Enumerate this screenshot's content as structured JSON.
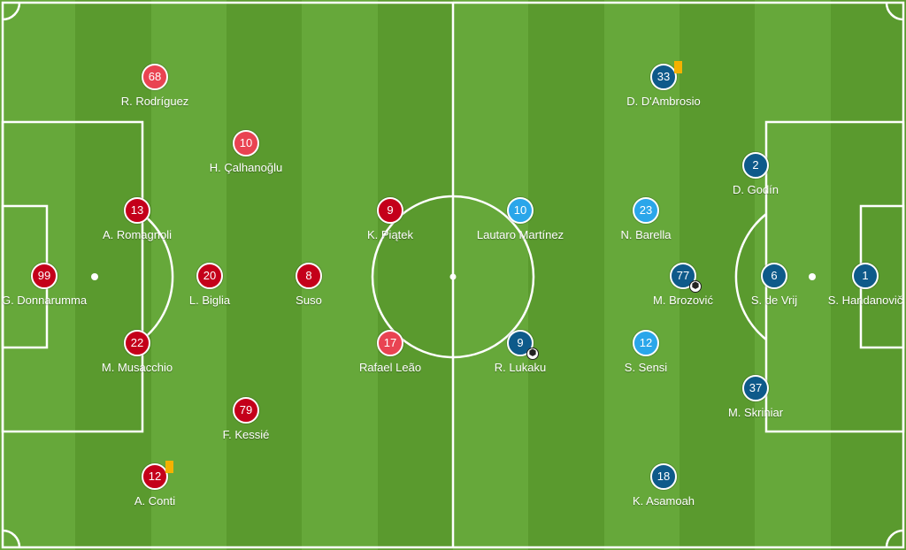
{
  "colors": {
    "milan_primary": "#c4001a",
    "milan_sub": "#e94352",
    "inter_primary": "#0e5a8a",
    "inter_sub": "#2aa6ea",
    "pitch_light": "#66a83a",
    "pitch_dark": "#5a9a2e",
    "card": "#f5b100"
  },
  "players": [
    {
      "number": "99",
      "name": "G. Donnarumma",
      "team": "milan",
      "style": "primary"
    },
    {
      "number": "68",
      "name": "R. Rodríguez",
      "team": "milan",
      "style": "sub"
    },
    {
      "number": "13",
      "name": "A. Romagnoli",
      "team": "milan",
      "style": "primary"
    },
    {
      "number": "22",
      "name": "M. Musacchio",
      "team": "milan",
      "style": "primary"
    },
    {
      "number": "12",
      "name": "A. Conti",
      "team": "milan",
      "style": "primary",
      "yellow_card": true
    },
    {
      "number": "10",
      "name": "H. Çalhanoğlu",
      "team": "milan",
      "style": "sub"
    },
    {
      "number": "20",
      "name": "L. Biglia",
      "team": "milan",
      "style": "primary"
    },
    {
      "number": "79",
      "name": "F. Kessié",
      "team": "milan",
      "style": "primary"
    },
    {
      "number": "8",
      "name": "Suso",
      "team": "milan",
      "style": "primary"
    },
    {
      "number": "9",
      "name": "K. Piątek",
      "team": "milan",
      "style": "primary"
    },
    {
      "number": "17",
      "name": "Rafael Leão",
      "team": "milan",
      "style": "sub"
    },
    {
      "number": "10",
      "name": "Lautaro Martínez",
      "team": "inter",
      "style": "sub"
    },
    {
      "number": "9",
      "name": "R. Lukaku",
      "team": "inter",
      "style": "primary",
      "goal": true
    },
    {
      "number": "33",
      "name": "D. D'Ambrosio",
      "team": "inter",
      "style": "primary",
      "yellow_card": true
    },
    {
      "number": "23",
      "name": "N. Barella",
      "team": "inter",
      "style": "sub"
    },
    {
      "number": "77",
      "name": "M. Brozović",
      "team": "inter",
      "style": "primary",
      "goal": true
    },
    {
      "number": "12",
      "name": "S. Sensi",
      "team": "inter",
      "style": "sub"
    },
    {
      "number": "18",
      "name": "K. Asamoah",
      "team": "inter",
      "style": "primary"
    },
    {
      "number": "2",
      "name": "D. Godín",
      "team": "inter",
      "style": "primary"
    },
    {
      "number": "6",
      "name": "S. de Vrij",
      "team": "inter",
      "style": "primary"
    },
    {
      "number": "37",
      "name": "M. Skriniar",
      "team": "inter",
      "style": "primary"
    },
    {
      "number": "1",
      "name": "S. Handanovič",
      "team": "inter",
      "style": "primary"
    }
  ]
}
